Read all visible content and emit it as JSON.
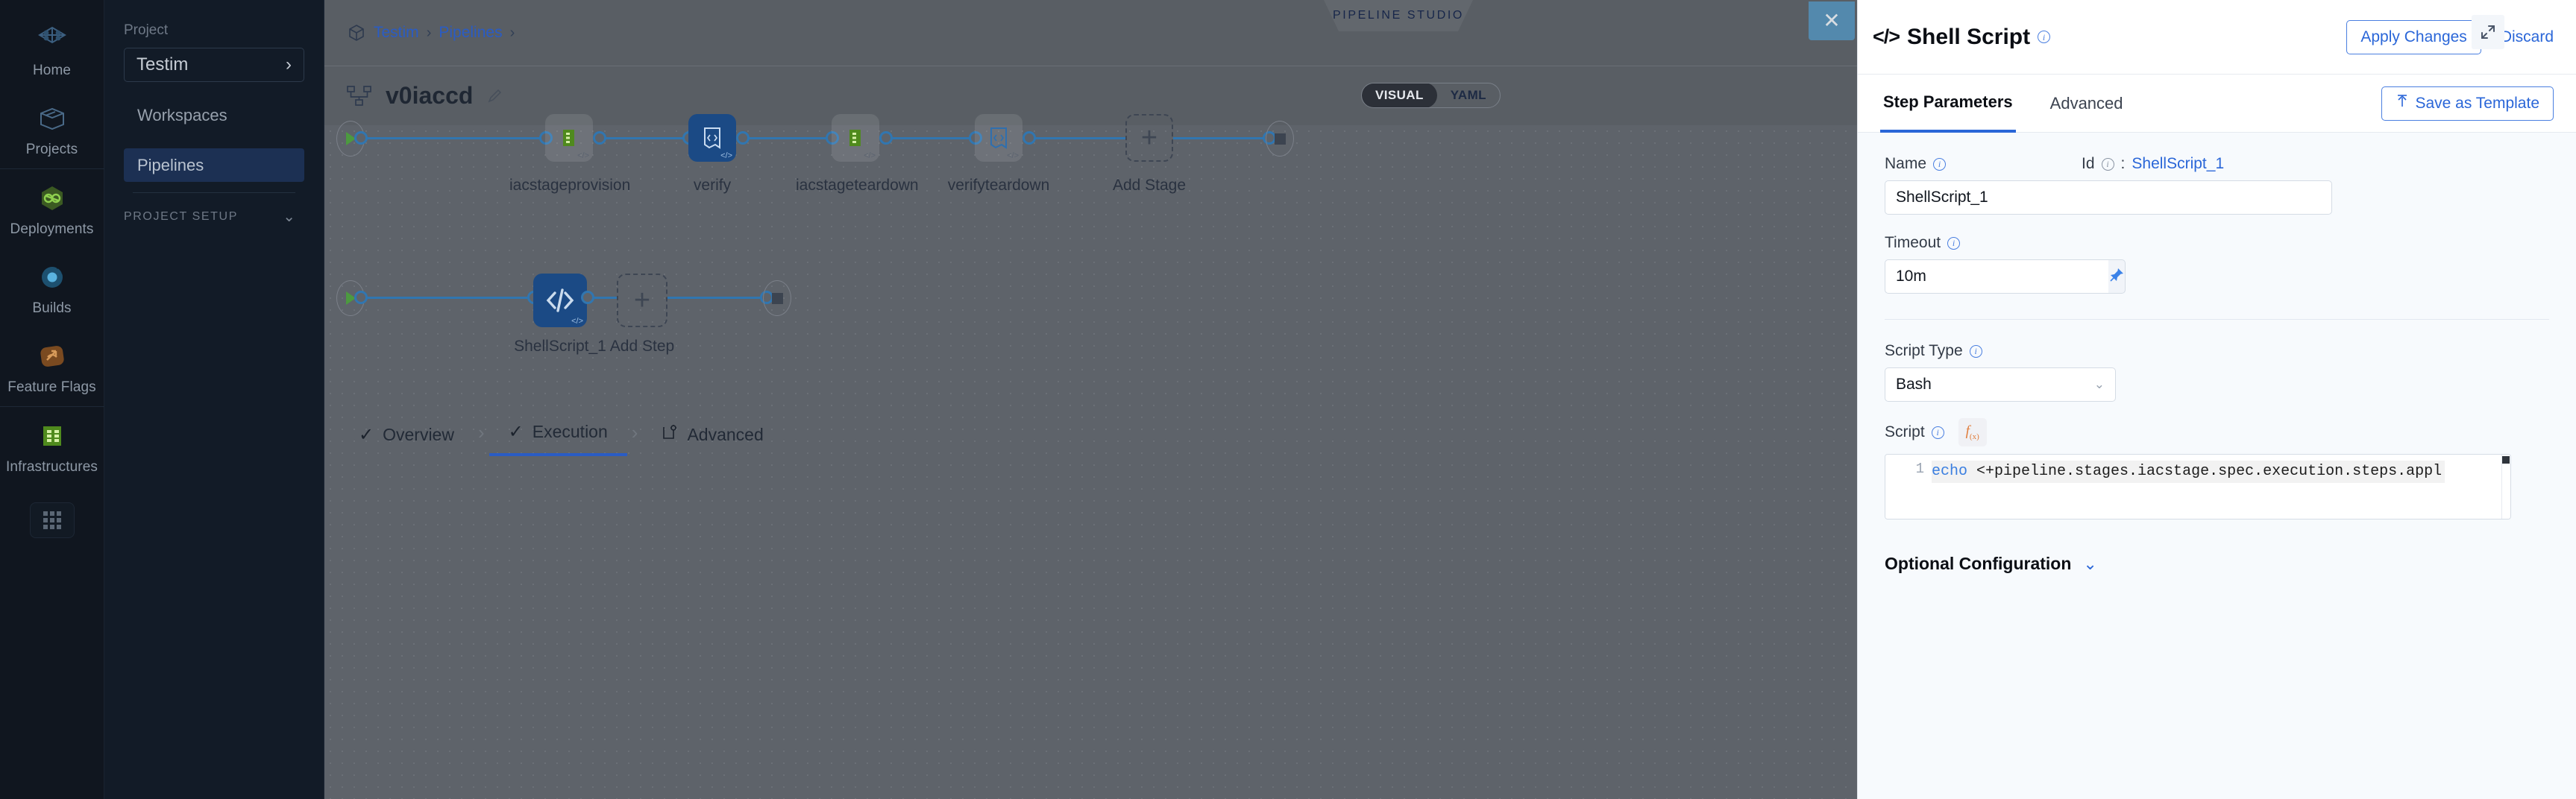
{
  "nav": {
    "items": [
      {
        "label": "Home",
        "icon": "home-cube-icon"
      },
      {
        "label": "Projects",
        "icon": "projects-box-icon"
      },
      {
        "label": "Deployments",
        "icon": "deployments-infinity-icon"
      },
      {
        "label": "Builds",
        "icon": "builds-circle-icon"
      },
      {
        "label": "Feature Flags",
        "icon": "feature-flags-icon"
      },
      {
        "label": "Infrastructures",
        "icon": "infrastructures-icon"
      }
    ],
    "grid_icon": "app-grid-icon"
  },
  "sidebar": {
    "project_label": "Project",
    "project_name": "Testim",
    "links": [
      {
        "label": "Workspaces",
        "selected": false
      },
      {
        "label": "Pipelines",
        "selected": true
      }
    ],
    "setup_label": "PROJECT SETUP"
  },
  "breadcrumb": {
    "project_icon": "cube-icon",
    "items": [
      "Testim",
      "Pipelines"
    ],
    "separator": "›"
  },
  "header": {
    "studio_chip": "PIPELINE STUDIO",
    "pipeline_icon": "pipeline-nodes-icon",
    "pipeline_name": "v0iaccd",
    "edit_icon": "pencil-icon",
    "view_toggle": {
      "options": [
        "VISUAL",
        "YAML"
      ],
      "selected": "VISUAL"
    }
  },
  "stages": {
    "nodes": [
      {
        "label": "iacstageprovision",
        "icon": "infrastructure-icon",
        "selected": false
      },
      {
        "label": "verify",
        "icon": "code-brackets-icon",
        "selected": true
      },
      {
        "label": "iacstageteardown",
        "icon": "infrastructure-icon",
        "selected": false
      },
      {
        "label": "verifyteardown",
        "icon": "code-brackets-icon",
        "selected": false
      }
    ],
    "add_label": "Add Stage"
  },
  "stage_tabs": [
    {
      "label": "Overview",
      "icon": "check-icon",
      "active": false
    },
    {
      "label": "Execution",
      "icon": "check-icon",
      "active": true
    },
    {
      "label": "Advanced",
      "icon": "advanced-gear-icon",
      "active": false
    }
  ],
  "steps": {
    "nodes": [
      {
        "label": "ShellScript_1",
        "icon": "code-brackets-icon",
        "selected": true
      }
    ],
    "add_label": "Add Step"
  },
  "panel": {
    "close_icon": "close-icon",
    "title_icon": "code-brackets-icon",
    "title": "Shell Script",
    "apply_label": "Apply Changes",
    "discard_label": "Discard",
    "tabs": [
      {
        "label": "Step Parameters",
        "active": true
      },
      {
        "label": "Advanced",
        "active": false
      }
    ],
    "save_template": {
      "icon": "upload-pin-icon",
      "label": "Save as Template"
    },
    "name": {
      "label": "Name",
      "value": "ShellScript_1"
    },
    "id": {
      "label": "Id",
      "separator": ":",
      "value": "ShellScript_1"
    },
    "timeout": {
      "label": "Timeout",
      "value": "10m",
      "pin_icon": "pin-icon"
    },
    "script_type": {
      "label": "Script Type",
      "value": "Bash",
      "caret": "⌄"
    },
    "script": {
      "label": "Script",
      "fx_label": "f",
      "fx_sub": "(x)",
      "line_number": "1",
      "keyword": "echo",
      "code": " <+pipeline.stages.iacstage.spec.execution.steps.appl",
      "expand_icon": "expand-icon"
    },
    "optional_configuration": {
      "label": "Optional Configuration",
      "caret": "⌄"
    }
  },
  "colors": {
    "accent_blue": "#2a66d8",
    "node_selected": "#1b4a85",
    "connector": "#3176b0",
    "sidebar_selected": "#1c3053",
    "close_button": "#5389ad",
    "green": "#4c9a3f"
  }
}
